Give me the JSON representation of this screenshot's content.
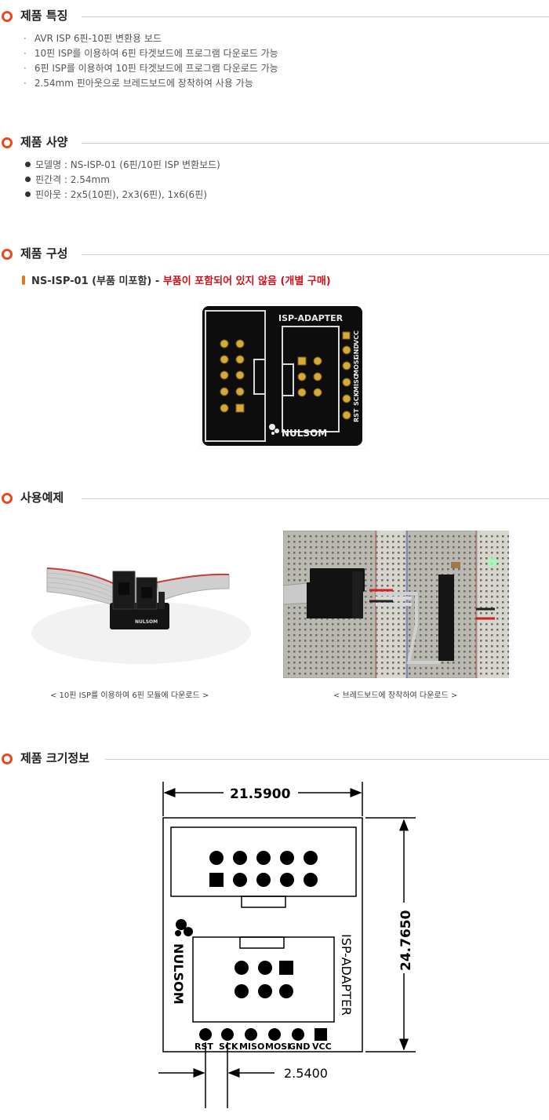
{
  "sections": {
    "features": {
      "title": "제품 특징",
      "items": [
        "AVR ISP 6핀-10핀 변환용 보드",
        "10핀 ISP를 이용하여 6핀 타겟보드에 프로그램 다운로드 가능",
        "6핀 ISP를 이용하여 10핀 타겟보드에 프로그램 다운로드 가능",
        "2.54mm 핀아웃으로 브레드보드에 장착하여 사용 가능"
      ]
    },
    "specs": {
      "title": "제품 사양",
      "items": [
        "모델명 : NS-ISP-01 (6핀/10핀 ISP 변환보드)",
        "핀간격 : 2.54mm",
        "핀아웃 : 2x5(10핀), 2x3(6핀), 1x6(6핀)"
      ]
    },
    "composition": {
      "title": "제품 구성",
      "item_dark": "NS-ISP-01 (부품 미포함) -",
      "item_red": "부품이 포함되어 있지 않음 (개별 구매)"
    },
    "examples": {
      "title": "사용예제",
      "caption_left": "< 10핀 ISP를 이용하여 6핀 모듈에 다운로드 >",
      "caption_right": "< 브레드보드에 장착하여 다운로드 >"
    },
    "dimensions": {
      "title": "제품 크기정보",
      "width_label": "21.5900",
      "height_label": "24.7650",
      "pitch_label": "2.5400"
    }
  },
  "board": {
    "name_label": "ISP-ADAPTER",
    "brand": "NULSOM",
    "pins": [
      "RST",
      "SCK",
      "MISO",
      "MOSI",
      "GND",
      "VCC"
    ]
  },
  "colors": {
    "accent": "#e8491d",
    "warning": "#d0111a",
    "pcb": "#111111",
    "gold": "#c9a232"
  }
}
